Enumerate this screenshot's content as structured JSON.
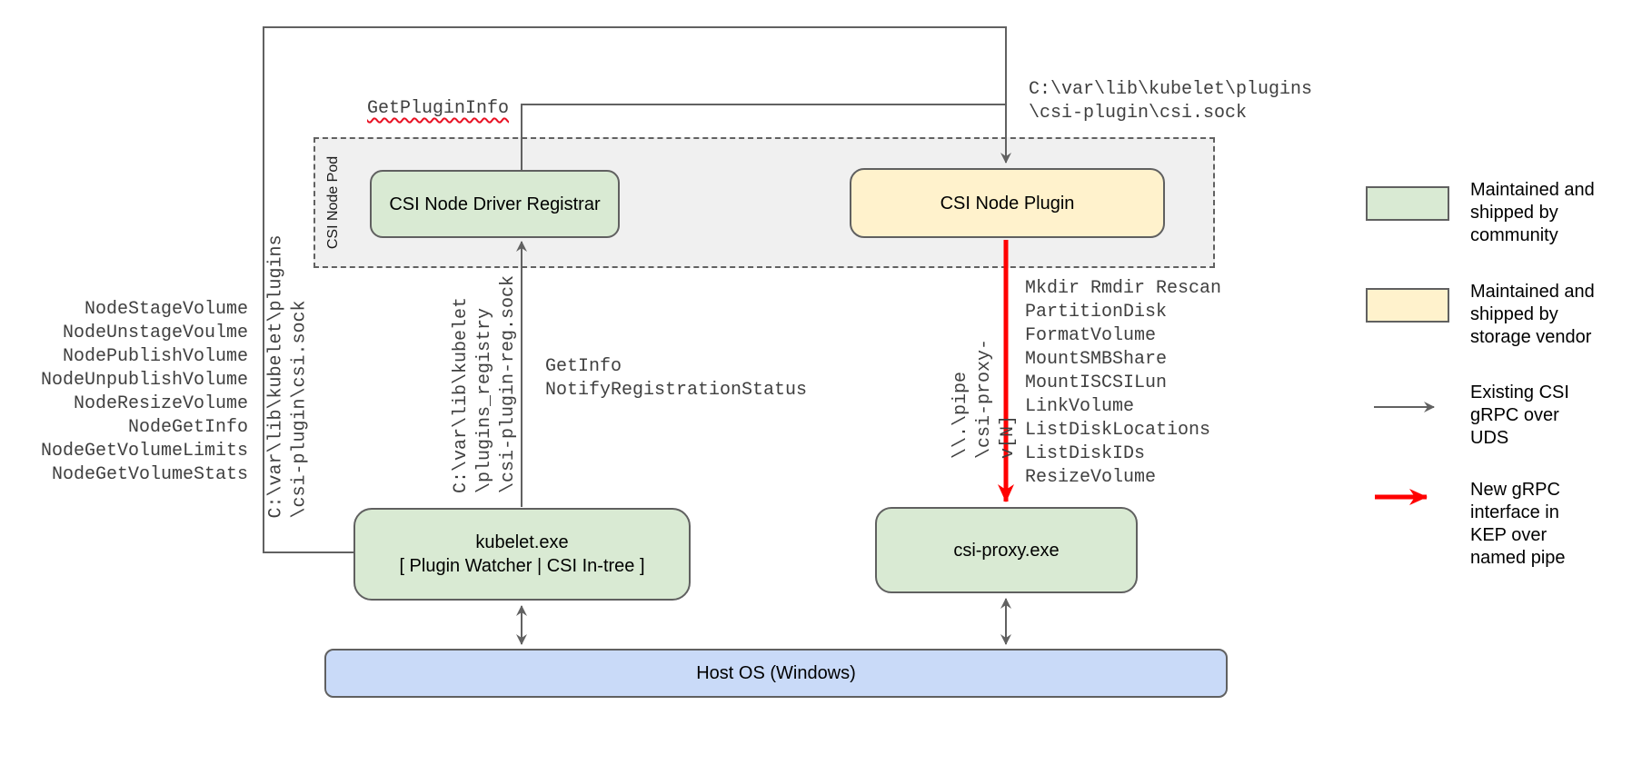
{
  "pod": {
    "label": "CSI Node Pod"
  },
  "boxes": {
    "registrar": "CSI Node Driver Registrar",
    "plugin": "CSI Node Plugin",
    "kubelet": [
      "kubelet.exe",
      "[ Plugin Watcher | CSI In-tree ]"
    ],
    "csi_proxy": "csi-proxy.exe",
    "host_os": "Host OS (Windows)"
  },
  "labels": {
    "get_plugin_info": "GetPluginInfo",
    "csi_sock_top": [
      "C:\\var\\lib\\kubelet\\plugins",
      "\\csi-plugin\\csi.sock"
    ],
    "csi_sock_left": [
      "C:\\var\\lib\\kubelet\\plugins",
      "\\csi-plugin\\csi.sock"
    ],
    "registration_sock": [
      "C:\\var\\lib\\kubelet",
      "\\plugins_registry",
      "\\csi-plugin-reg.sock"
    ],
    "named_pipe": [
      "\\\\.\\pipe",
      "\\csi-proxy-v[N]"
    ],
    "registration_calls": [
      "GetInfo",
      "NotifyRegistrationStatus"
    ],
    "node_calls": [
      "NodeStageVolume",
      "NodeUnstageVoulme",
      "NodePublishVolume",
      "NodeUnpublishVolume",
      "NodeResizeVolume",
      "NodeGetInfo",
      "NodeGetVolumeLimits",
      "NodeGetVolumeStats"
    ],
    "proxy_calls": [
      "Mkdir Rmdir Rescan",
      "PartitionDisk",
      "FormatVolume",
      "MountSMBShare",
      "MountISCSILun",
      "LinkVolume",
      "ListDiskLocations",
      "ListDiskIDs",
      "ResizeVolume"
    ]
  },
  "legend": [
    {
      "swatch": "community-box",
      "lines": [
        "Maintained and",
        "shipped by",
        "community"
      ]
    },
    {
      "swatch": "vendor-box",
      "lines": [
        "Maintained and",
        "shipped by",
        "storage vendor"
      ]
    },
    {
      "swatch": "gray-arrow",
      "lines": [
        "Existing CSI",
        "gRPC over",
        "UDS"
      ]
    },
    {
      "swatch": "red-arrow",
      "lines": [
        "New gRPC",
        "interface in",
        "KEP over",
        "named pipe"
      ]
    }
  ],
  "colors": {
    "community": "#d9ead3",
    "vendor": "#fff2cc",
    "host": "#c9daf8",
    "pod_bg": "#f0f0f0",
    "wire_gray": "#616161",
    "wire_red": "#ff0000"
  }
}
